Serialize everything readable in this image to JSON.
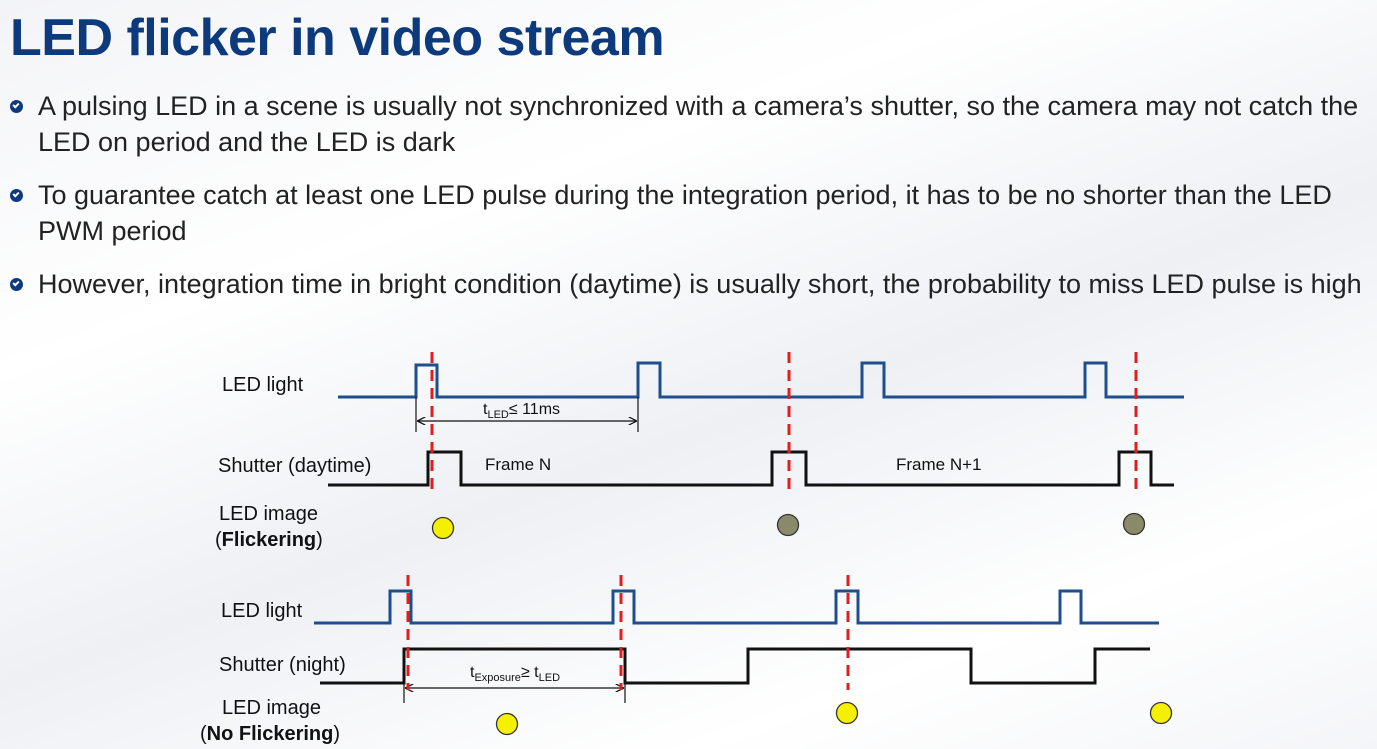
{
  "title": "LED flicker in video stream",
  "bullets": [
    "A pulsing LED in a scene is usually not synchronized with a camera’s shutter, so the camera may not catch the LED on period and the LED is dark",
    "To guarantee catch at least one LED pulse during the integration period, it has to be no shorter than the LED PWM period",
    "However, integration time in bright condition (daytime) is usually short, the probability to miss LED pulse is high"
  ],
  "diagram": {
    "top": {
      "led_light_label": "LED light",
      "shutter_label": "Shutter (daytime)",
      "led_image_label_line1": "LED image",
      "led_image_paren_open": "(",
      "led_image_bold": "Flickering",
      "led_image_paren_close": ")",
      "t_led_main": "t",
      "t_led_sub": "LED",
      "t_led_rest": "≤ 11ms",
      "frame_n": "Frame N",
      "frame_n1": "Frame N+1"
    },
    "bottom": {
      "led_light_label": "LED light",
      "shutter_label": "Shutter (night)",
      "led_image_label_line1": "LED image",
      "led_image_paren_open": "(",
      "led_image_bold": "No Flickering",
      "led_image_paren_close": ")",
      "t_exp_main": "t",
      "t_exp_sub": "Exposure",
      "t_exp_mid": "≥ t",
      "t_exp_sub2": "LED"
    },
    "colors": {
      "led_signal": "#1f4e8c",
      "shutter_signal": "#111111",
      "sample_line": "#e01e1e",
      "led_on": "#f5ef00",
      "led_off": "#8a8a6a"
    }
  }
}
